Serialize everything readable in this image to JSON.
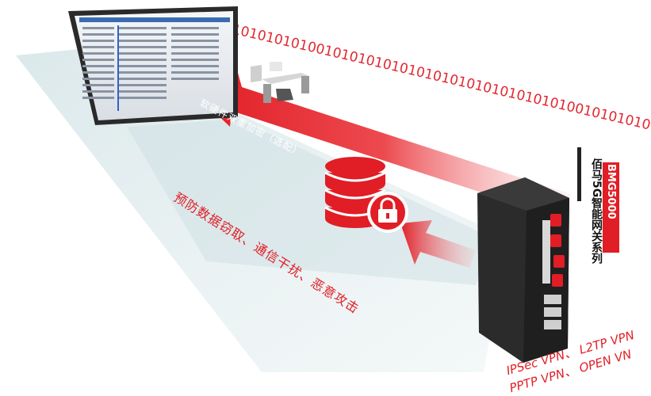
{
  "binary_stream": "10101010100101010101010101010101010101010010101010",
  "encryption_label": "软硬件双重加密（选配）",
  "threat_label": "预防数据窃取、通信干扰、恶意攻击",
  "product": {
    "model": "BMG5000",
    "series": "佰马5G智能网关系列"
  },
  "vpn": {
    "line1": "IPSec VPN、 L2TP VPN",
    "line2": "PPTP VPN、 OPEN VN"
  },
  "colors": {
    "accent_red": "#e11d25",
    "beam": "#dfe9ea",
    "device": "#2b2b2b"
  },
  "icons": [
    "database-icon",
    "padlock-icon",
    "arrow-icon",
    "monitor-icon",
    "desk-icon",
    "gateway-device-icon",
    "antenna-icon"
  ]
}
